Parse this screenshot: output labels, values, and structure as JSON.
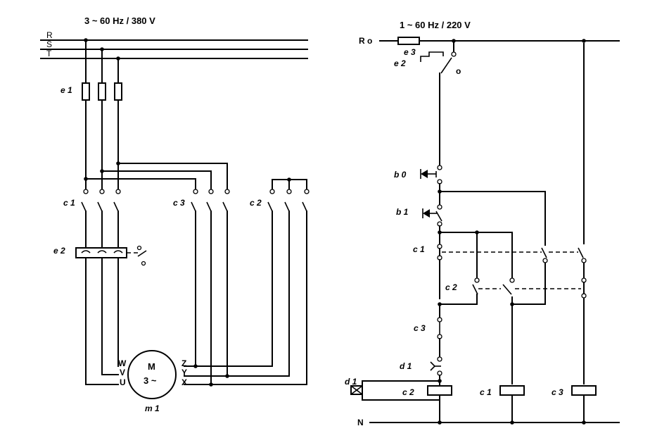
{
  "power_circuit": {
    "supply": "3 ~ 60 Hz / 380 V",
    "phases": [
      "R",
      "S",
      "T"
    ],
    "fuses": "e 1",
    "contactors": {
      "c1": "c 1",
      "c3": "c 3",
      "c2": "c 2"
    },
    "overload_relay": "e 2",
    "motor": {
      "name": "m 1",
      "line1": "M",
      "line2": "3 ~",
      "left_terminals": [
        "W",
        "V",
        "U"
      ],
      "right_terminals": [
        "Z",
        "Y",
        "X"
      ]
    }
  },
  "control_circuit": {
    "supply": "1 ~ 60 Hz / 220 V",
    "line_terminal": "R o",
    "neutral": "N",
    "fuse": "e 3",
    "overload_contact": "e 2",
    "overload_contact_mark": "o",
    "stop_button": "b 0",
    "start_button": "b 1",
    "contact_c1": "c 1",
    "contact_c2": "c 2",
    "contact_c3": "c 3",
    "timer_contact": "d 1",
    "timer": "d 1",
    "coils": {
      "c2": "c 2",
      "c1": "c 1",
      "c3": "c 3"
    }
  }
}
